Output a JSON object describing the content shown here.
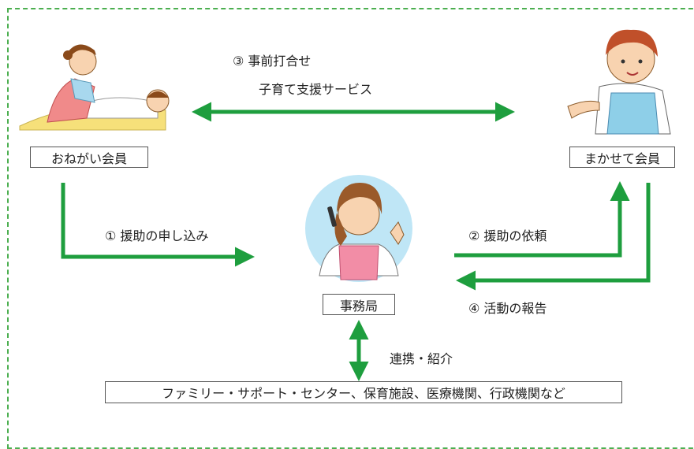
{
  "members": {
    "onegai": "おねがい会員",
    "makasete": "まかせて会員",
    "office": "事務局"
  },
  "steps": {
    "step1": "① 援助の申し込み",
    "step2": "② 援助の依頼",
    "step3": "③ 事前打合せ",
    "step3_sub": "子育て支援サービス",
    "step4": "④ 活動の報告"
  },
  "cooperation": "連携・紹介",
  "partners": "ファミリー・サポート・センター、保育施設、医療機関、行政機関など",
  "colors": {
    "arrow": "#1e9e3e",
    "frame": "#4caf50"
  },
  "icons": [
    "mother-with-child-illustration",
    "helper-woman-illustration",
    "office-staff-phone-illustration"
  ]
}
